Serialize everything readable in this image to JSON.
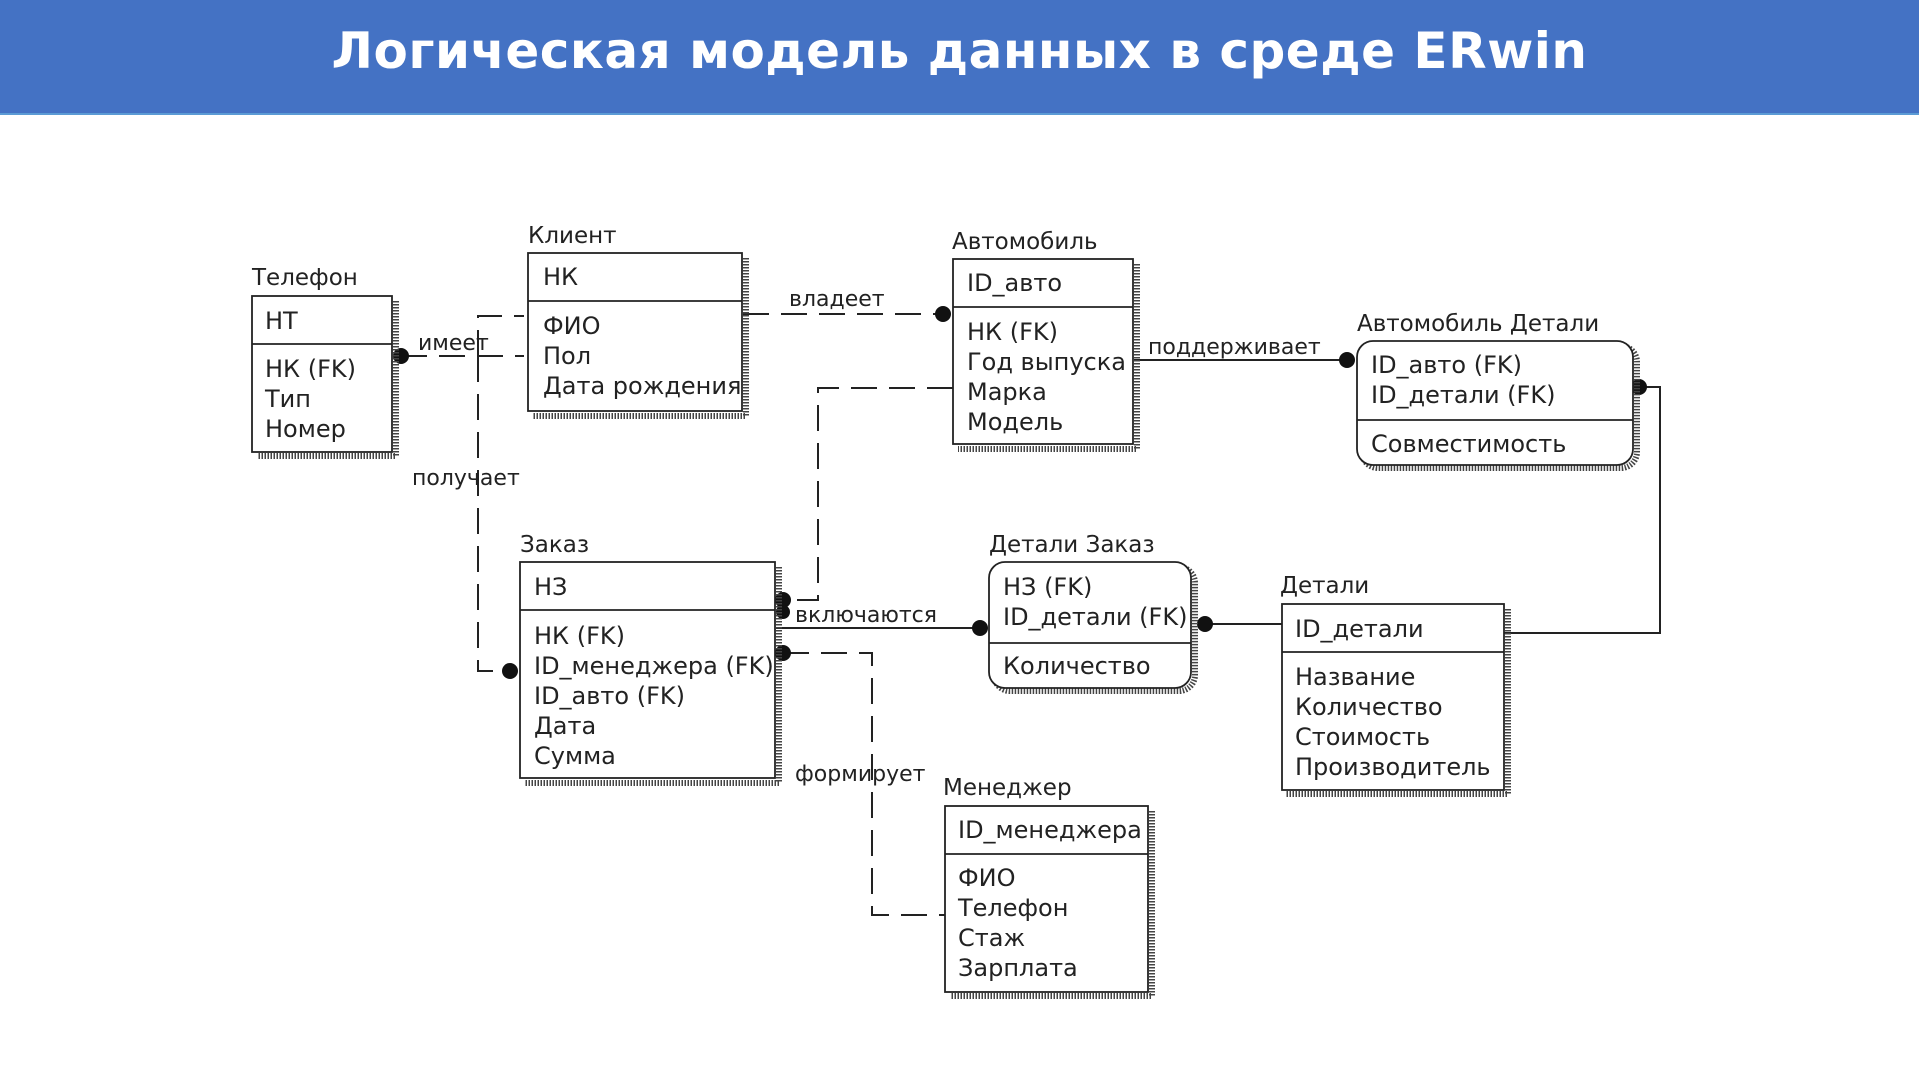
{
  "title": "Логическая модель данных в среде ERwin",
  "colors": {
    "header": "#4472c4",
    "text": "#222222"
  },
  "entities": {
    "telefon": {
      "name": "Телефон",
      "key": [
        "НТ"
      ],
      "attrs": [
        "НК (FK)",
        "Тип",
        "Номер"
      ]
    },
    "klient": {
      "name": "Клиент",
      "key": [
        "НК"
      ],
      "attrs": [
        "ФИО",
        "Пол",
        "Дата рождения"
      ]
    },
    "avto": {
      "name": "Автомобиль",
      "key": [
        "ID_авто"
      ],
      "attrs": [
        "НК (FK)",
        "Год выпуска",
        "Марка",
        "Модель"
      ]
    },
    "avto_det": {
      "name": "Автомобиль Детали",
      "key": [
        "ID_авто (FK)",
        "ID_детали (FK)"
      ],
      "attrs": [
        "Совместимость"
      ]
    },
    "zakaz": {
      "name": "Заказ",
      "key": [
        "НЗ"
      ],
      "attrs": [
        "НК (FK)",
        "ID_менеджера (FK)",
        "ID_авто (FK)",
        "Дата",
        "Сумма"
      ]
    },
    "det_zakaz": {
      "name": "Детали Заказ",
      "key": [
        "НЗ (FK)",
        "ID_детали (FK)"
      ],
      "attrs": [
        "Количество"
      ]
    },
    "detali": {
      "name": "Детали",
      "key": [
        "ID_детали"
      ],
      "attrs": [
        "Название",
        "Количество",
        "Стоимость",
        "Производитель"
      ]
    },
    "menedzher": {
      "name": "Менеджер",
      "key": [
        "ID_менеджера"
      ],
      "attrs": [
        "ФИО",
        "Телефон",
        "Стаж",
        "Зарплата"
      ]
    }
  },
  "relationships": {
    "imeet": "имеет",
    "vladeet": "владеет",
    "podderzhivaet": "поддерживает",
    "poluchaet": "получает",
    "vklyuchayutsya": "включаются",
    "formiruet": "формирует"
  }
}
